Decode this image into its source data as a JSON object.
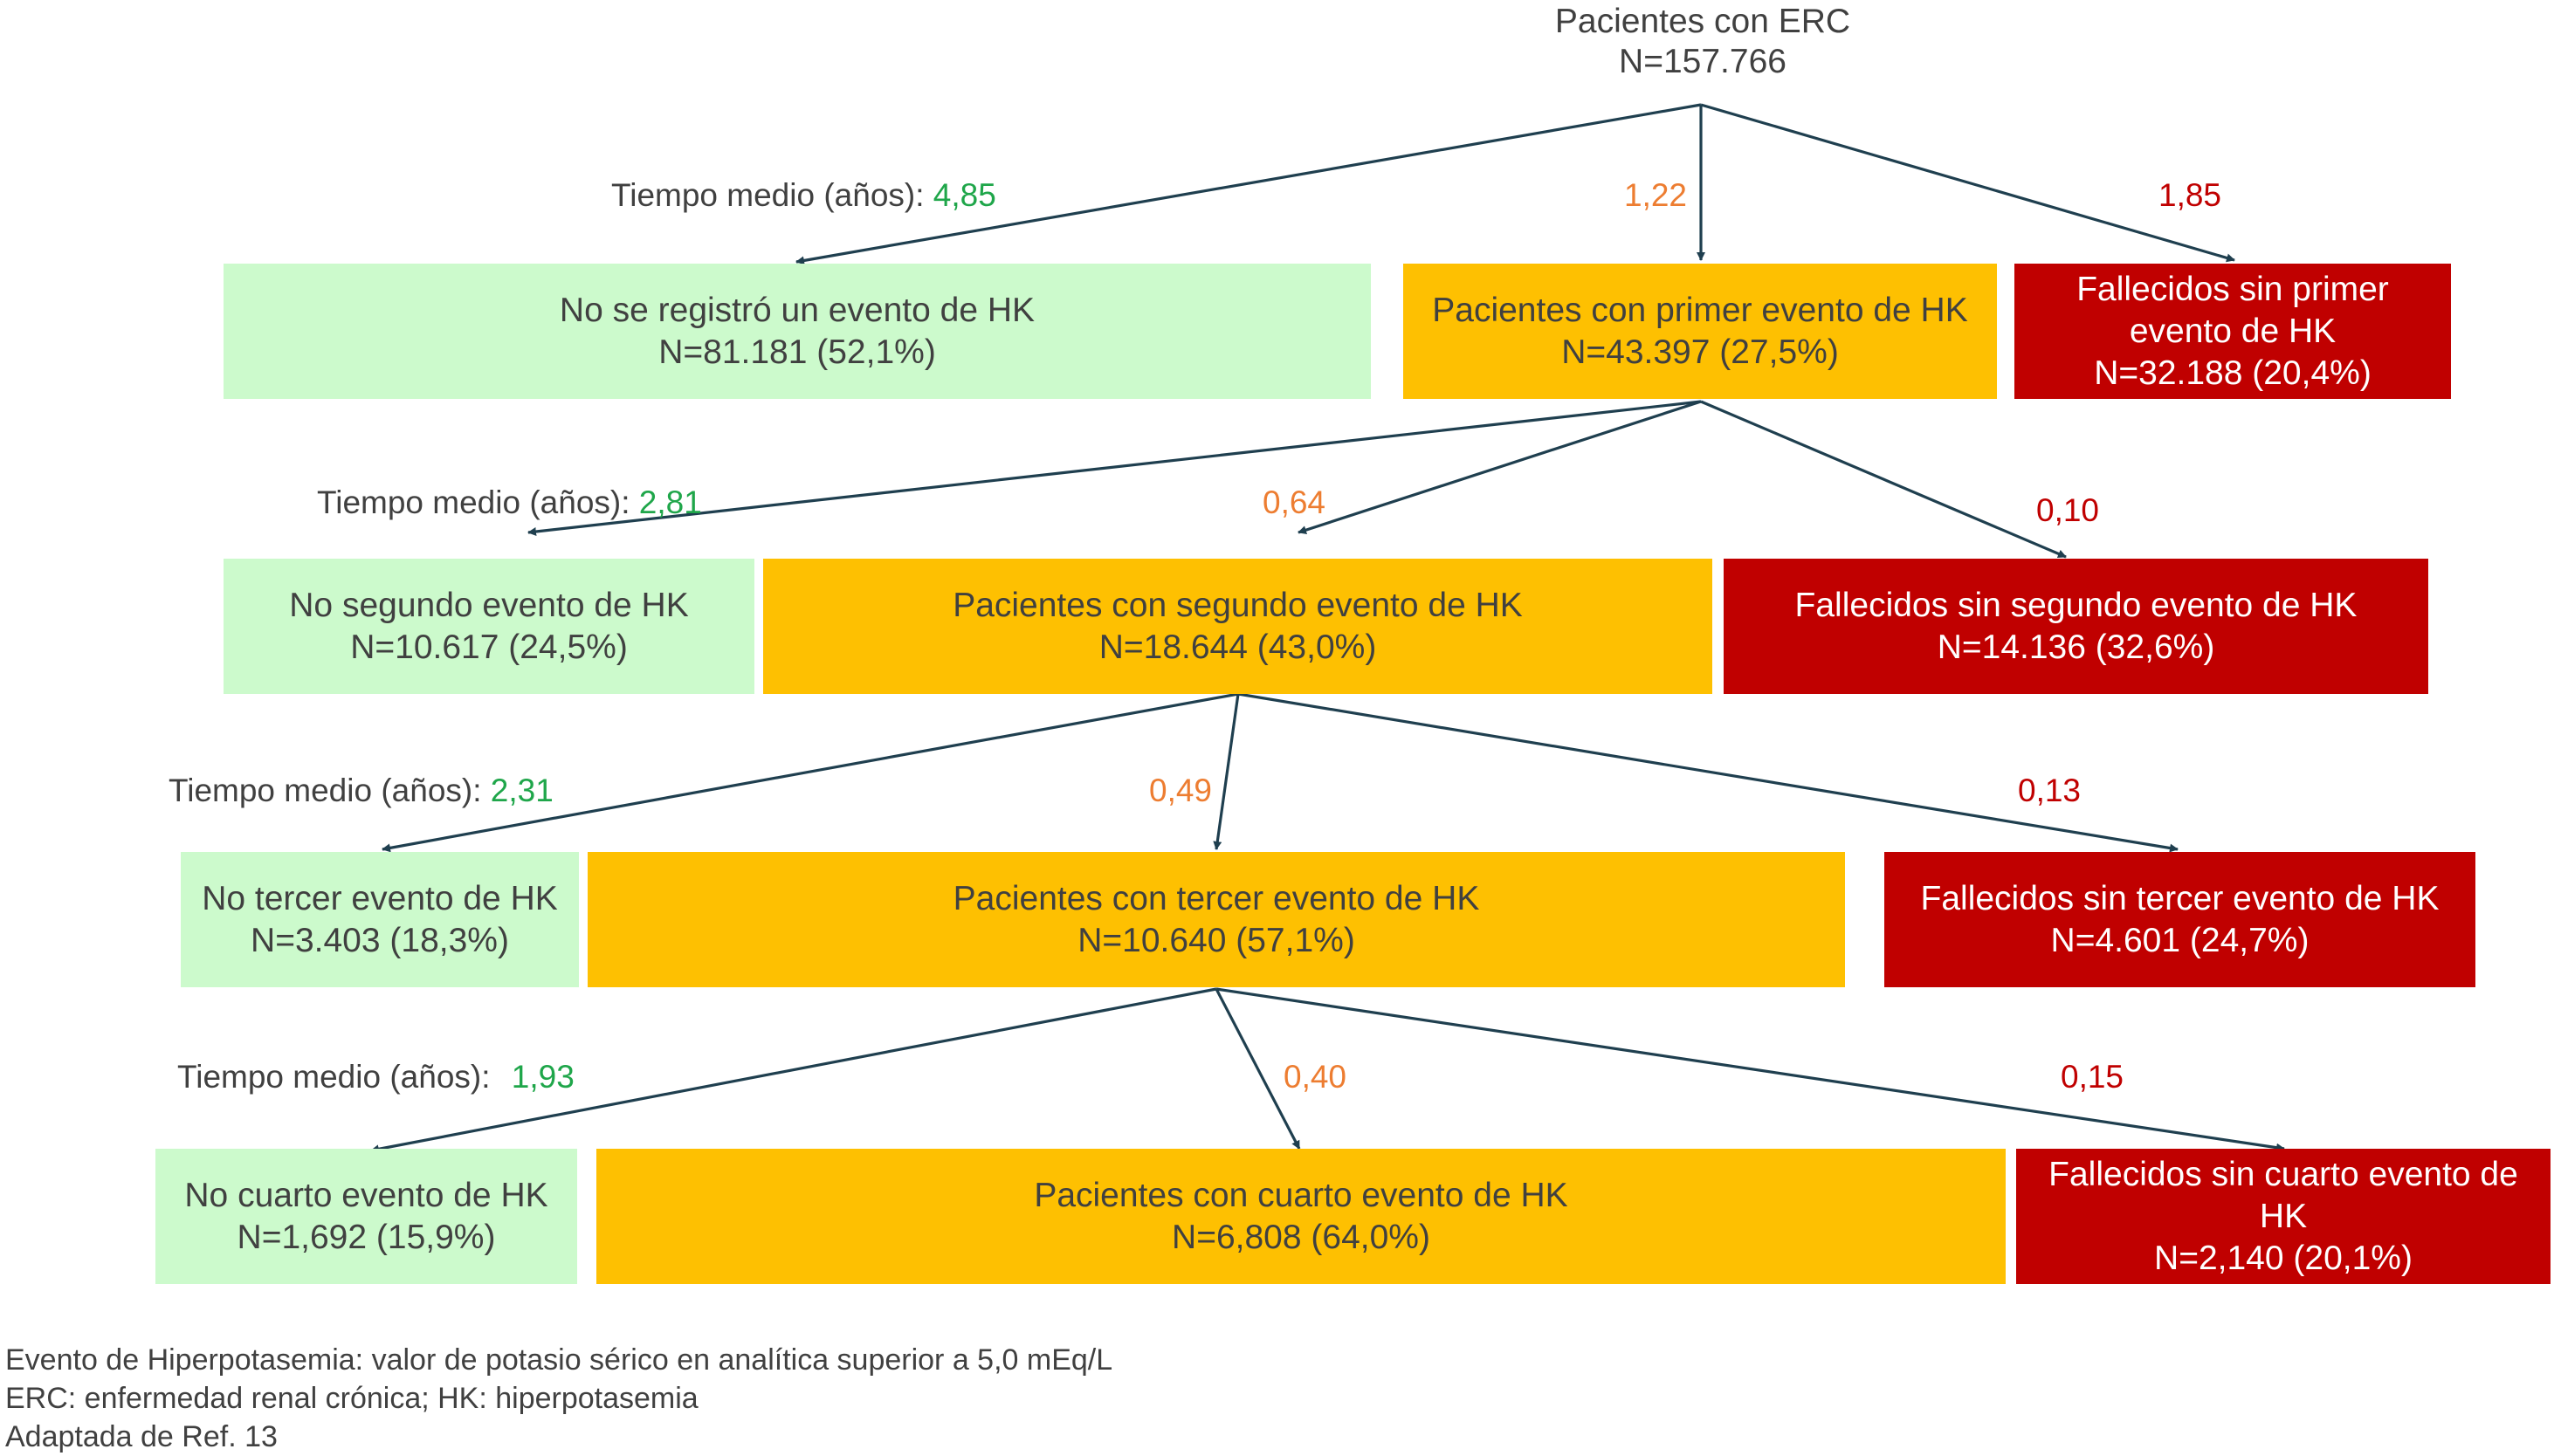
{
  "colors": {
    "green_box": "#ccfacc",
    "orange_box": "#fec001",
    "red_box": "#c00000",
    "arrow": "#1f3f4f",
    "green_value": "#1fa64a",
    "orange_value": "#ed7d31",
    "red_value": "#c00000"
  },
  "root": {
    "title": "Pacientes con ERC",
    "n": "N=157.766"
  },
  "mean_time_label": "Tiempo medio (años):",
  "levels": [
    {
      "times": {
        "no_event": "4,85",
        "event": "1,22",
        "died": "1,85"
      },
      "no_event": {
        "line1": "No se registró un evento de HK",
        "line2": "N=81.181 (52,1%)"
      },
      "event": {
        "line1": "Pacientes con primer evento de HK",
        "line2": "N=43.397 (27,5%)"
      },
      "died": {
        "line1": "Fallecidos  sin primer",
        "line2": "evento de HK",
        "line3": "N=32.188 (20,4%)"
      }
    },
    {
      "times": {
        "no_event": "2,81",
        "event": "0,64",
        "died": "0,10"
      },
      "no_event": {
        "line1": "No segundo evento de HK",
        "line2": "N=10.617 (24,5%)"
      },
      "event": {
        "line1": "Pacientes con segundo evento de HK",
        "line2": "N=18.644 (43,0%)"
      },
      "died": {
        "line1": "Fallecidos sin segundo evento de HK",
        "line2": "N=14.136 (32,6%)"
      }
    },
    {
      "times": {
        "no_event": "2,31",
        "event": "0,49",
        "died": "0,13"
      },
      "no_event": {
        "line1": "No tercer evento de HK",
        "line2": "N=3.403 (18,3%)"
      },
      "event": {
        "line1": "Pacientes con tercer evento de HK",
        "line2": "N=10.640 (57,1%)"
      },
      "died": {
        "line1": "Fallecidos sin tercer evento de HK",
        "line2": "N=4.601 (24,7%)"
      }
    },
    {
      "times": {
        "no_event": "1,93",
        "event": "0,40",
        "died": "0,15"
      },
      "no_event": {
        "line1": "No cuarto evento de HK",
        "line2": "N=1,692 (15,9%)"
      },
      "event": {
        "line1": "Pacientes con cuarto evento de HK",
        "line2": "N=6,808 (64,0%)"
      },
      "died": {
        "line1": "Fallecidos sin cuarto evento de",
        "line2": "HK",
        "line3": "N=2,140 (20,1%)"
      }
    }
  ],
  "footnotes": [
    "Evento de Hiperpotasemia: valor de potasio sérico en analítica superior a 5,0 mEq/L",
    "ERC: enfermedad renal crónica; HK: hiperpotasemia",
    "Adaptada de Ref. 13"
  ]
}
